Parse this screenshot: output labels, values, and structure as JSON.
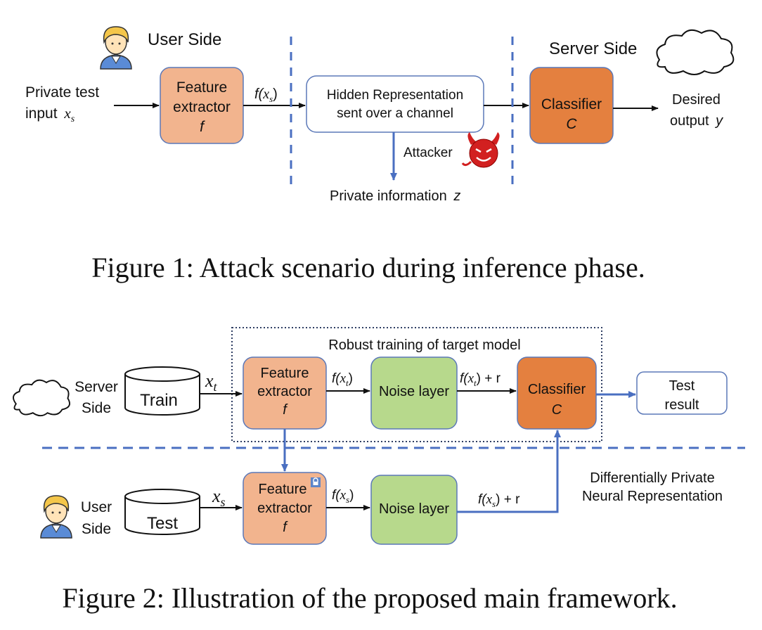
{
  "colors": {
    "feature_fill": "#F2B48E",
    "feature_stroke": "#5B78B8",
    "classifier_fill": "#E4803F",
    "noise_fill": "#B7D98C",
    "line_blue": "#4A6FC1",
    "dashed_blue": "#4A6FC1",
    "text": "#111111",
    "devil_red": "#D22020",
    "lock_blue": "#5E86C9"
  },
  "figure1": {
    "user_side": "User Side",
    "server_side": "Server Side",
    "input_line1": "Private test",
    "input_line2": "input",
    "input_var": "x",
    "input_sub": "s",
    "feature_l1": "Feature",
    "feature_l2": "extractor",
    "feature_l3": "f",
    "fx": "f(",
    "fx_var": "x",
    "fx_sub": "s",
    "fx_close": ")",
    "hidden_l1": "Hidden Representation",
    "hidden_l2": "sent over a channel",
    "classifier_l1": "Classifier",
    "classifier_l2": "C",
    "desired_l1": "Desired",
    "desired_l2": "output",
    "desired_var": "y",
    "attacker": "Attacker",
    "private_info": "Private information",
    "private_var": "z",
    "caption": "Figure 1: Attack scenario during inference phase."
  },
  "figure2": {
    "robust_label": "Robust training of target model",
    "server_l1": "Server",
    "server_l2": "Side",
    "train": "Train",
    "xt_var": "x",
    "xt_sub": "t",
    "feat_l1": "Feature",
    "feat_l2": "extractor",
    "feat_l3": "f",
    "fxt_a": "f(",
    "fxt_var": "x",
    "fxt_sub": "t",
    "fxt_b": ")",
    "noise": "Noise layer",
    "fxtr_a": "f(",
    "fxtr_var": "x",
    "fxtr_sub": "t",
    "fxtr_b": ") + r",
    "classifier_l1": "Classifier",
    "classifier_l2": "C",
    "test_result_l1": "Test",
    "test_result_l2": "result",
    "user_l1": "User",
    "user_l2": "Side",
    "test": "Test",
    "xs_var": "x",
    "xs_sub": "s",
    "feat2_l1": "Feature",
    "feat2_l2": "extractor",
    "feat2_l3": "f",
    "fxs_a": "f(",
    "fxs_var": "x",
    "fxs_sub": "s",
    "fxs_b": ")",
    "noise2": "Noise layer",
    "fxsr_a": "f(",
    "fxsr_var": "x",
    "fxsr_sub": "s",
    "fxsr_b": ") + r",
    "dp_l1": "Differentially Private",
    "dp_l2": "Neural Representation",
    "caption": "Figure 2: Illustration of the proposed main framework."
  }
}
